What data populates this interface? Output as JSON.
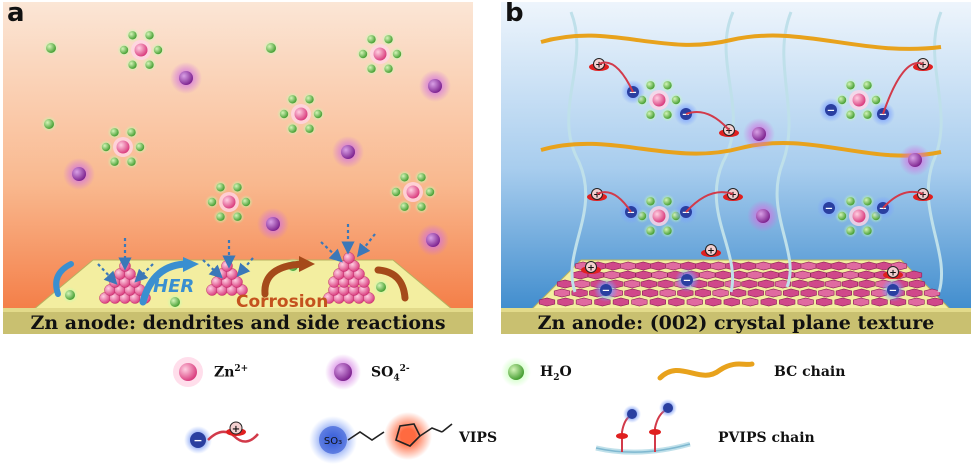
{
  "panel_a": {
    "letter": "a",
    "her_label": "HER",
    "corrosion_label": "Corrosion",
    "anode_label": "Zn anode: dendrites and side reactions"
  },
  "panel_b": {
    "letter": "b",
    "anode_label": "Zn anode: (002) crystal plane texture"
  },
  "legend": {
    "zn_label": "Zn",
    "zn_charge": "2+",
    "so4_label": "SO",
    "so4_sub": "4",
    "so4_charge": "2-",
    "h2o_label_h": "H",
    "h2o_sub": "2",
    "h2o_label_o": "O",
    "bc_label": "BC chain",
    "vips_label": "VIPS",
    "pvips_label": "PVIPS chain"
  },
  "colors": {
    "zn_ion": "#e0508a",
    "sulfate_ion": "#9a3aa8",
    "water": "#5cb84a",
    "bc_chain": "#e8a21c",
    "panel_a_top": "#fbe3d2",
    "panel_a_bottom": "#f47a3a",
    "panel_b_top": "#eaf3fb",
    "panel_b_bottom": "#3d8fd0",
    "anode": "#f3eea0"
  }
}
